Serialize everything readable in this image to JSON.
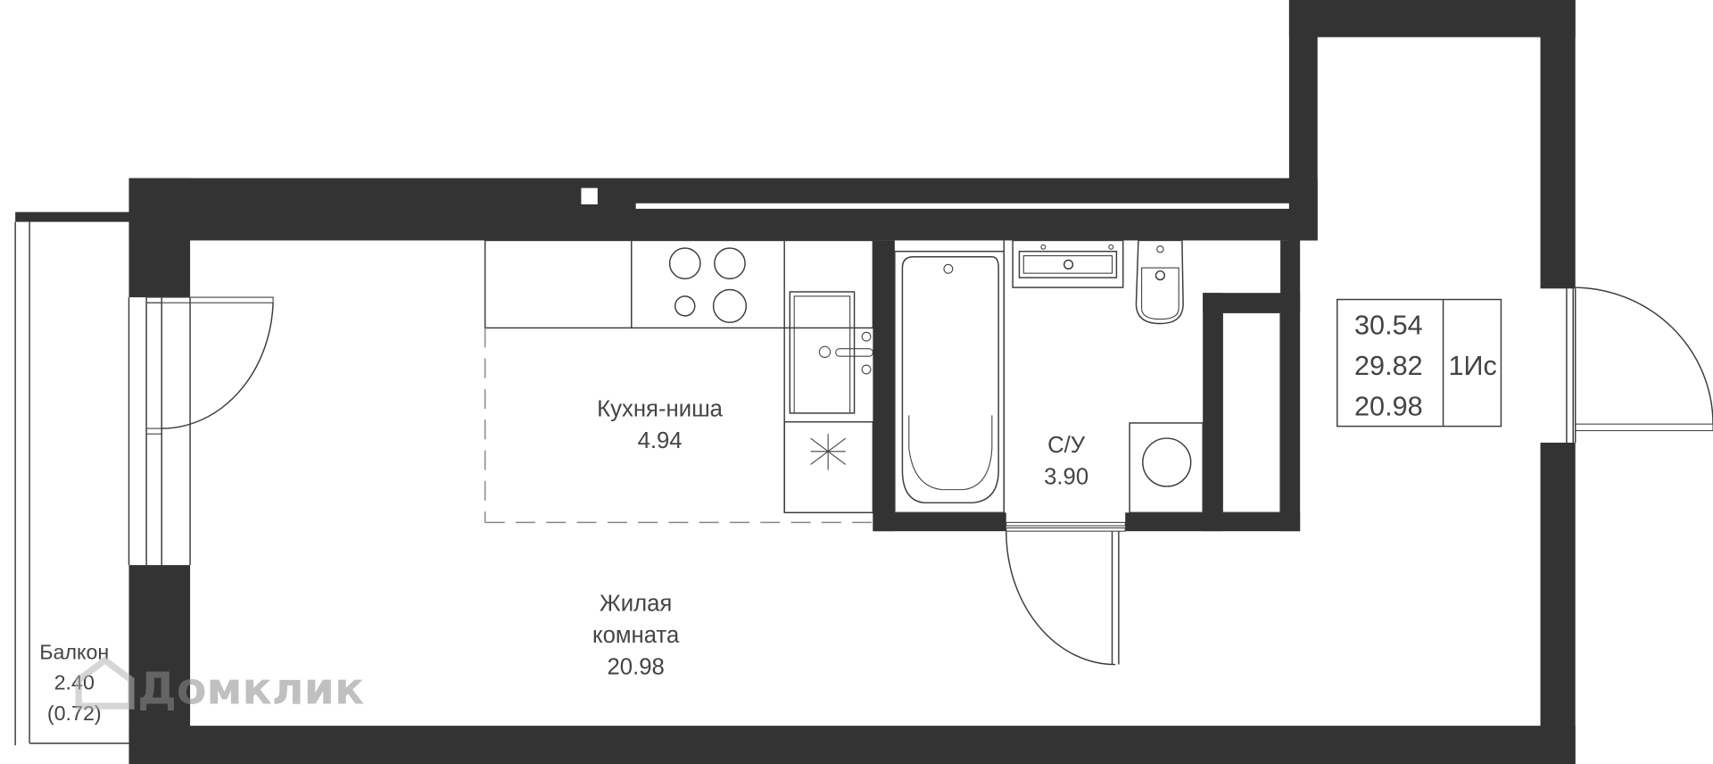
{
  "rooms": {
    "kitchen": {
      "name": "Кухня-ниша",
      "area": "4.94"
    },
    "bathroom": {
      "name": "С/У",
      "area": "3.90"
    },
    "living": {
      "name_line1": "Жилая",
      "name_line2": "комната",
      "area": "20.98"
    },
    "balcony": {
      "name": "Балкон",
      "area": "2.40",
      "area_coef": "(0.72)"
    }
  },
  "summary_table": {
    "total_area": "30.54",
    "area_without_balcony": "29.82",
    "living_area": "20.98",
    "apartment_type": "1Ис"
  },
  "watermark": {
    "text": "Домклик",
    "icon": "house-logo-icon"
  },
  "colors": {
    "wall": "#333333",
    "line": "#3c3c3c",
    "text": "#444444",
    "background": "#ffffff"
  }
}
